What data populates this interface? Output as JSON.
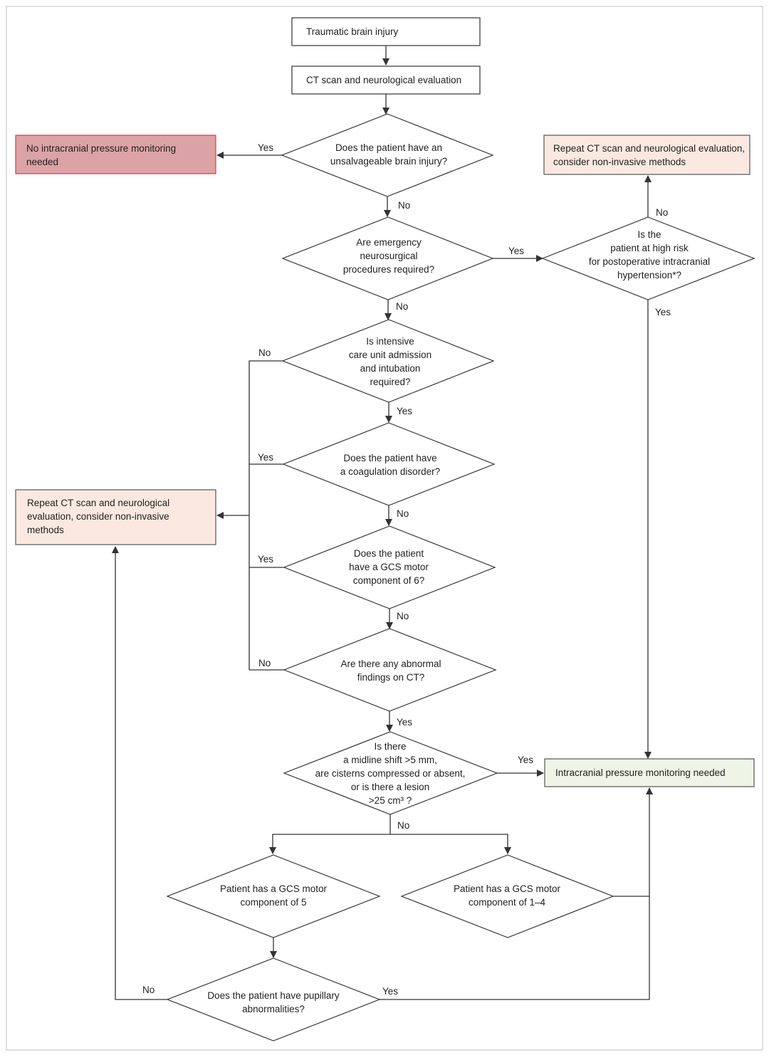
{
  "colors": {
    "danger_fill": "#dca3a6",
    "danger_stroke": "#b34a52",
    "caution_fill": "#fbe9e1",
    "caution_stroke": "#555555",
    "positive_fill": "#eef4e6",
    "positive_stroke": "#555555"
  },
  "nodes": {
    "tbi": {
      "lines": [
        "Traumatic brain injury"
      ]
    },
    "ct_eval": {
      "lines": [
        "CT scan and neurological evaluation"
      ]
    },
    "q_unsalvageable": {
      "lines": [
        "Does the patient have an",
        "unsalvageable brain injury?"
      ]
    },
    "no_icp": {
      "lines": [
        "No intracranial pressure monitoring",
        "needed"
      ]
    },
    "q_emergency": {
      "lines": [
        "Are emergency",
        "neurosurgical",
        "procedures required?"
      ]
    },
    "q_high_risk": {
      "lines": [
        "Is the",
        "patient at high risk",
        "for postoperative intracranial",
        "hypertension*?"
      ]
    },
    "repeat_right": {
      "lines": [
        "Repeat CT scan and neurological evaluation,",
        "consider non-invasive methods"
      ]
    },
    "q_icu": {
      "lines": [
        "Is intensive",
        "care unit admission",
        "and intubation",
        "required?"
      ]
    },
    "q_coag": {
      "lines": [
        "Does the patient have",
        "a coagulation disorder?"
      ]
    },
    "repeat_left": {
      "lines": [
        "Repeat CT scan and neurological",
        "evaluation, consider non-invasive",
        "methods"
      ]
    },
    "q_gcs6": {
      "lines": [
        "Does the patient",
        "have a GCS motor",
        "component of 6?"
      ]
    },
    "q_abnormal_ct": {
      "lines": [
        "Are there any abnormal",
        "findings on CT?"
      ]
    },
    "q_midline": {
      "lines": [
        "Is there",
        "a midline shift >5 mm,",
        "are cisterns compressed or absent,",
        "or is there a lesion",
        ">25 cm³ ?"
      ]
    },
    "icp_needed": {
      "lines": [
        "Intracranial pressure monitoring needed"
      ]
    },
    "gcs5": {
      "lines": [
        "Patient has a GCS motor",
        "component of 5"
      ]
    },
    "gcs1_4": {
      "lines": [
        "Patient has a GCS motor",
        "component of 1–4"
      ]
    },
    "q_pupillary": {
      "lines": [
        "Does the patient have pupillary",
        "abnormalities?"
      ]
    }
  },
  "edges": {
    "unsalvageable_yes": "Yes",
    "unsalvageable_no": "No",
    "emergency_yes": "Yes",
    "emergency_no": "No",
    "high_risk_no": "No",
    "high_risk_yes": "Yes",
    "icu_no": "No",
    "icu_yes": "Yes",
    "coag_yes": "Yes",
    "coag_no": "No",
    "gcs6_yes": "Yes",
    "gcs6_no": "No",
    "abnormal_no": "No",
    "abnormal_yes": "Yes",
    "midline_yes": "Yes",
    "midline_no": "No",
    "pupillary_no": "No",
    "pupillary_yes": "Yes"
  }
}
